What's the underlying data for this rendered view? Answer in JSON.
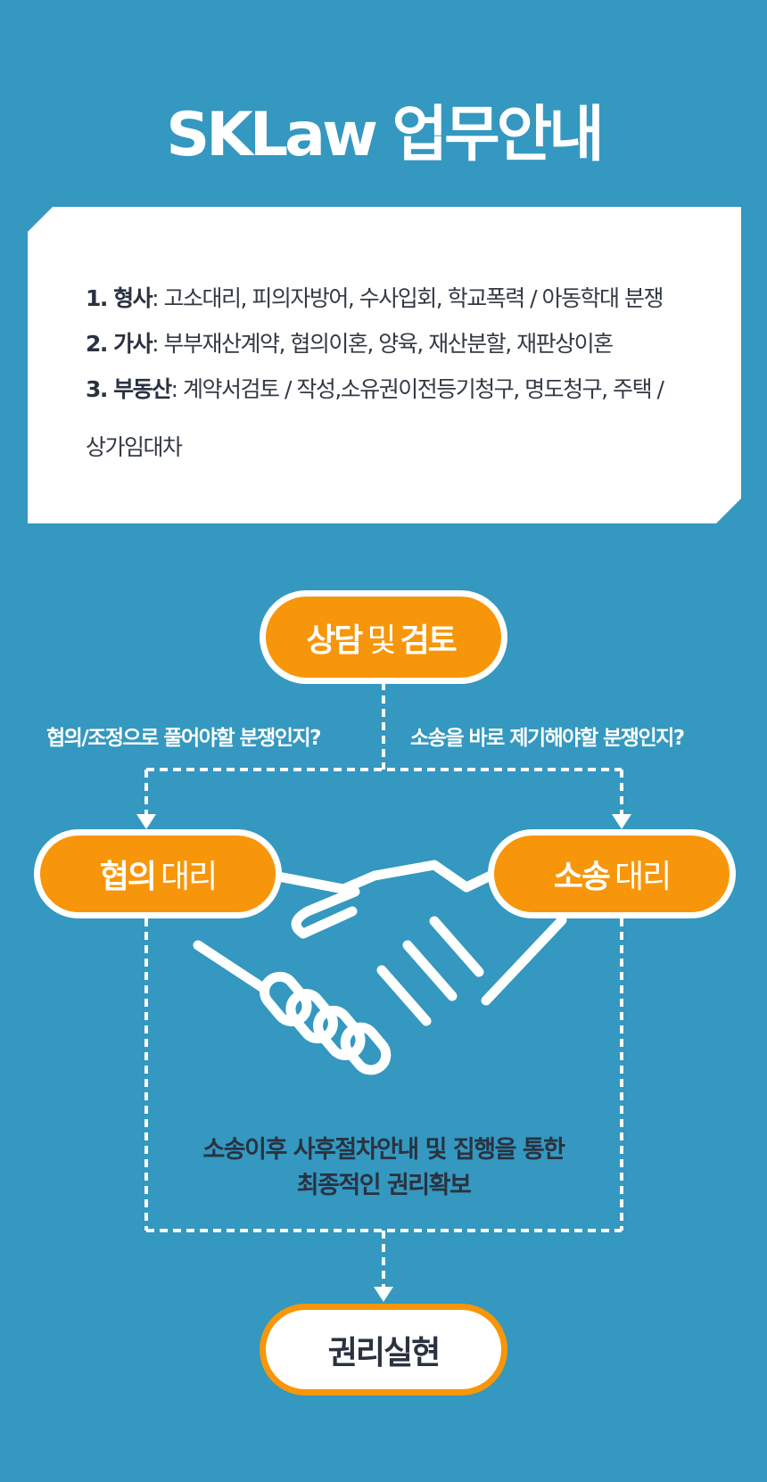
{
  "title": "SKLaw 업무안내",
  "services": [
    {
      "num": "1.",
      "name": "형사",
      "desc": ": 고소대리, 피의자방어, 수사입회, 학교폭력 / 아동학대 분쟁"
    },
    {
      "num": "2.",
      "name": "가사",
      "desc": ": 부부재산계약, 협의이혼, 양육, 재산분할, 재판상이혼"
    },
    {
      "num": "3.",
      "name": "부동산",
      "desc": ": 계약서검토 / 작성,소유권이전등기청구, 명도청구, 주택 /"
    },
    {
      "num": "",
      "name": "",
      "desc": "상가임대차"
    }
  ],
  "flow": {
    "start": {
      "bold1": "상담",
      "mid": "및",
      "bold2": "검토"
    },
    "question_left": "협의/조정으로 풀어야할 분쟁인지?",
    "question_right": "소송을 바로 제기해야할 분쟁인지?",
    "left": {
      "bold": "협의",
      "rest": "대리"
    },
    "right": {
      "bold": "소송",
      "rest": "대리"
    },
    "final_line1": "소송이후 사후절차안내 및 집행을 통한",
    "final_line2": "최종적인 권리확보",
    "end": "권리실현"
  },
  "colors": {
    "background": "#3498c0",
    "accent": "#f7960a",
    "text": "#2a3240",
    "icon": "handshake-icon"
  }
}
